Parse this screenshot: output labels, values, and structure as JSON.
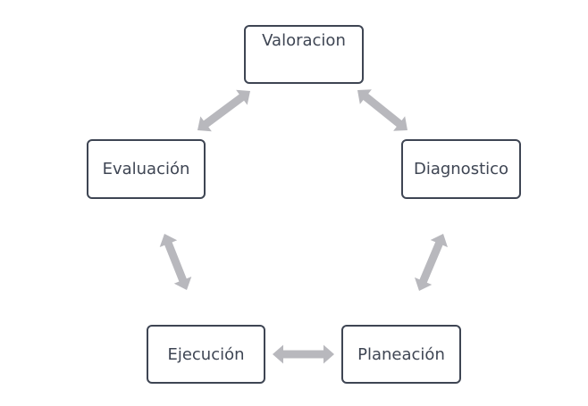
{
  "nodes": {
    "valoracion": "Valoracion",
    "diagnostico": "Diagnostico",
    "planeacion": "Planeación",
    "ejecucion": "Ejecución",
    "evaluacion": "Evaluación"
  },
  "edges": [
    {
      "from": "valoracion",
      "to": "diagnostico",
      "direction": "both"
    },
    {
      "from": "diagnostico",
      "to": "planeacion",
      "direction": "both"
    },
    {
      "from": "planeacion",
      "to": "ejecucion",
      "direction": "both"
    },
    {
      "from": "ejecucion",
      "to": "evaluacion",
      "direction": "both"
    },
    {
      "from": "evaluacion",
      "to": "valoracion",
      "direction": "both"
    }
  ],
  "colors": {
    "box_border": "#3e4553",
    "text": "#3e4553",
    "arrow_fill": "#b8b8bd",
    "background": "#ffffff"
  }
}
